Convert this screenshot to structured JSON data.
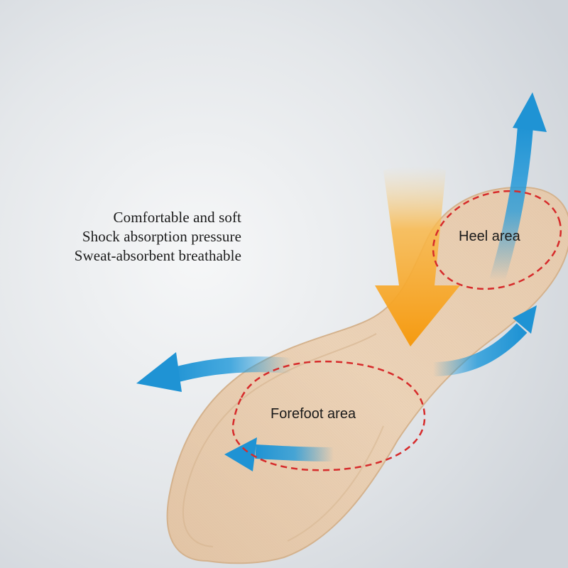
{
  "features": [
    "Comfortable and soft",
    "Shock absorption pressure",
    "Sweat-absorbent breathable"
  ],
  "zones": {
    "heel": "Heel area",
    "forefoot": "Forefoot area"
  },
  "colors": {
    "background": "#d9dde2",
    "insole": "#e7ccb0",
    "insole_edge": "#d6b592",
    "dashed_outline": "#d62b2b",
    "arrow_blue": "#2196d6",
    "arrow_orange": "#f7a41c"
  }
}
